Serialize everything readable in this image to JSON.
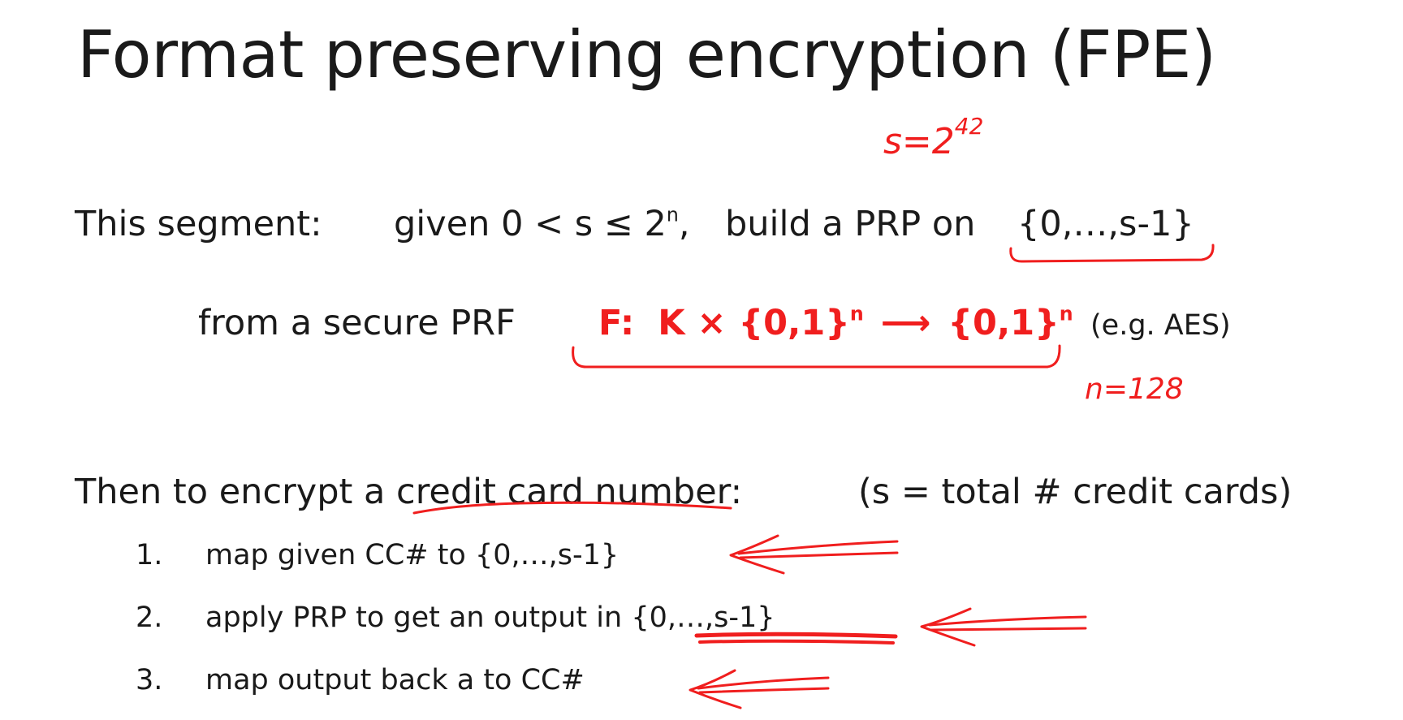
{
  "slide": {
    "title": "Format preserving encryption (FPE)",
    "segment": {
      "label": "This segment:",
      "given_prefix": "given 0 < s ≤ 2",
      "given_sup": "n",
      "given_suffix": ",",
      "build": "build a PRP on",
      "set": "{0,…,s-1}"
    },
    "prf_line": {
      "prefix": "from  a secure PRF",
      "f_label": "F:",
      "domain_prefix": "K × {0,1}",
      "domain_sup": "n",
      "arrow": "⟶",
      "range_prefix": "{0,1}",
      "range_sup": "n",
      "example": "(e.g. AES)"
    },
    "encrypt": {
      "heading": "Then to encrypt a credit card number:",
      "note": "(s = total # credit cards)",
      "steps": [
        {
          "num": "1.",
          "text": "map given CC# to {0,…,s-1}"
        },
        {
          "num": "2.",
          "text": "apply PRP to get an output in {0,…,s-1}"
        },
        {
          "num": "3.",
          "text": "map output back a to CC#"
        }
      ]
    },
    "annotations": {
      "s_value_base": "s=2",
      "s_value_exp": "42",
      "n_value": "n=128"
    },
    "colors": {
      "text": "#1a1a1a",
      "red": "#f01e1e",
      "background": "#ffffff"
    }
  }
}
